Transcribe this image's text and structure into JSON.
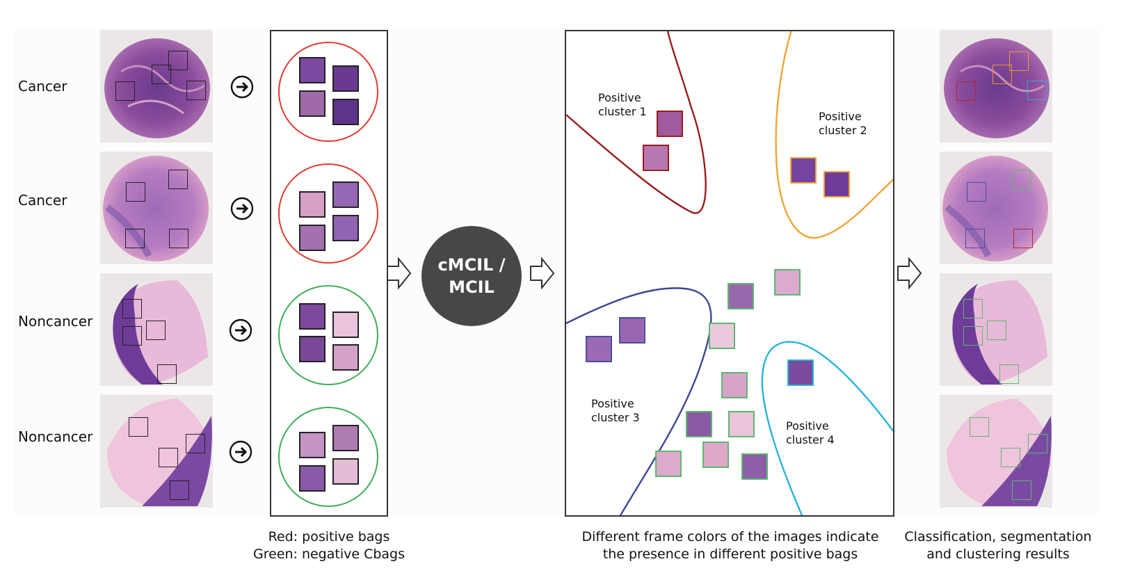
{
  "figure": {
    "rows": [
      {
        "label": "Cancer",
        "bag_type": "positive",
        "tissue_tone": "dark"
      },
      {
        "label": "Cancer",
        "bag_type": "positive",
        "tissue_tone": "medium"
      },
      {
        "label": "Noncancer",
        "bag_type": "negative",
        "tissue_tone": "light"
      },
      {
        "label": "Noncancer",
        "bag_type": "negative",
        "tissue_tone": "pale"
      }
    ],
    "icons": {
      "row_arrow": "circled-right-arrow-icon",
      "flow_arrow": "outlined-block-right-arrow-icon"
    },
    "method": {
      "label": "cMCIL /\nMCIL"
    },
    "clusters": [
      {
        "label": "Positive\ncluster 1",
        "color": "#9b1c1c"
      },
      {
        "label": "Positive\ncluster 2",
        "color": "#f0a534"
      },
      {
        "label": "Positive\ncluster 3",
        "color": "#3d4494"
      },
      {
        "label": "Positive\ncluster 4",
        "color": "#27b3dc"
      }
    ],
    "captions": {
      "bags": "Red: positive bags\nGreen: negative Cbags",
      "clusters": "Different frame colors of the images indicate\nthe presence in different positive bags",
      "results": "Classification, segmentation\nand clustering results"
    },
    "colors": {
      "positive_bag": "#e03a2f",
      "negative_bag": "#3cae5a",
      "negative_patch": "#5cb870",
      "roi_default": "#222222",
      "method_circle": "#474747",
      "border": "#333333"
    }
  }
}
